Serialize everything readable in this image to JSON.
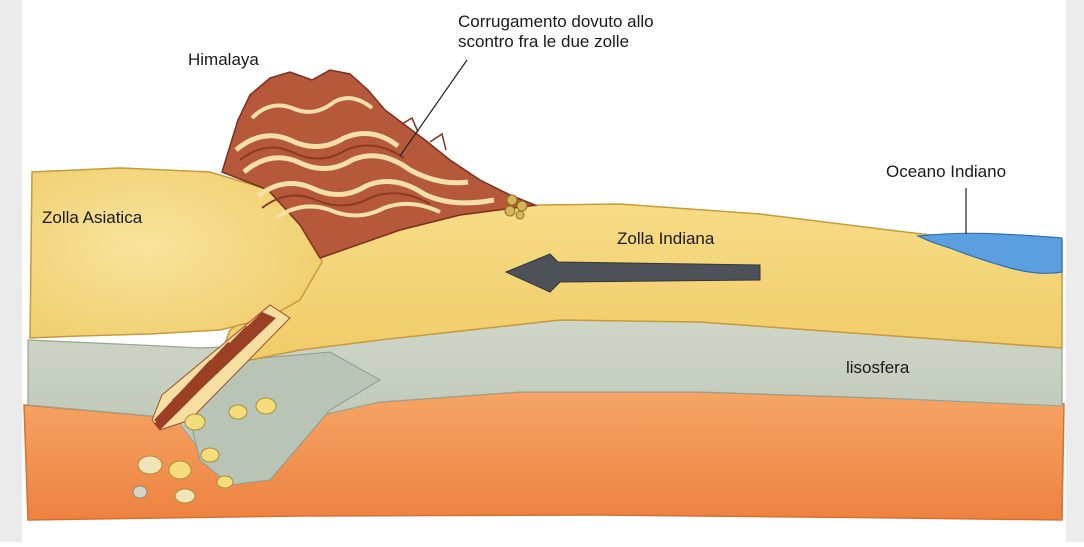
{
  "labels": {
    "himalaya": "Himalaya",
    "corrugamento_line1": "Corrugamento dovuto allo",
    "corrugamento_line2": "scontro fra le due zolle",
    "zolla_asiatica": "Zolla Asiatica",
    "zolla_indiana": "Zolla Indiana",
    "oceano_indiano": "Oceano Indiano",
    "lisosfera": "lisosfera"
  },
  "colors": {
    "crust_yellow": "#f2cf6e",
    "crust_light": "#f7e29a",
    "lithosphere_grey": "#c6cfbf",
    "mantle_orange": "#f39a5a",
    "mantle_deep": "#ee8140",
    "mountain_brown": "#a0472c",
    "mountain_cream": "#f6e0a8",
    "ocean_blue": "#5b9fe0",
    "arrow_grey": "#4d5258"
  },
  "icons": {
    "motion_arrow": "arrow-left-icon"
  }
}
